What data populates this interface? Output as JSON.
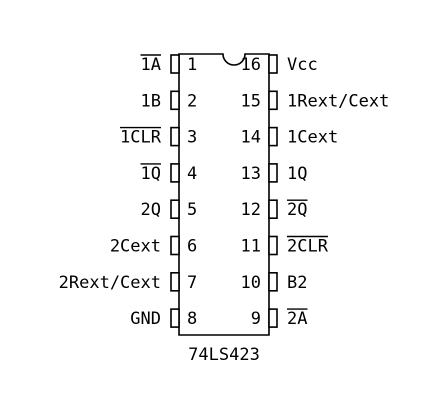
{
  "chip": {
    "name": "74LS423",
    "left_pins": [
      {
        "number": "1",
        "label": "1A",
        "overbar": true
      },
      {
        "number": "2",
        "label": "1B",
        "overbar": false
      },
      {
        "number": "3",
        "label": "1CLR",
        "overbar": true
      },
      {
        "number": "4",
        "label": "1Q",
        "overbar": true
      },
      {
        "number": "5",
        "label": "2Q",
        "overbar": false
      },
      {
        "number": "6",
        "label": "2Cext",
        "overbar": false
      },
      {
        "number": "7",
        "label": "2Rext/Cext",
        "overbar": false
      },
      {
        "number": "8",
        "label": "GND",
        "overbar": false
      }
    ],
    "right_pins": [
      {
        "number": "16",
        "label": "Vcc",
        "overbar": false
      },
      {
        "number": "15",
        "label": "1Rext/Cext",
        "overbar": false
      },
      {
        "number": "14",
        "label": "1Cext",
        "overbar": false
      },
      {
        "number": "13",
        "label": "1Q",
        "overbar": false
      },
      {
        "number": "12",
        "label": "2Q",
        "overbar": true
      },
      {
        "number": "11",
        "label": "2CLR",
        "overbar": true
      },
      {
        "number": "10",
        "label": "B2",
        "overbar": false
      },
      {
        "number": "9",
        "label": "2A",
        "overbar": true
      }
    ]
  }
}
